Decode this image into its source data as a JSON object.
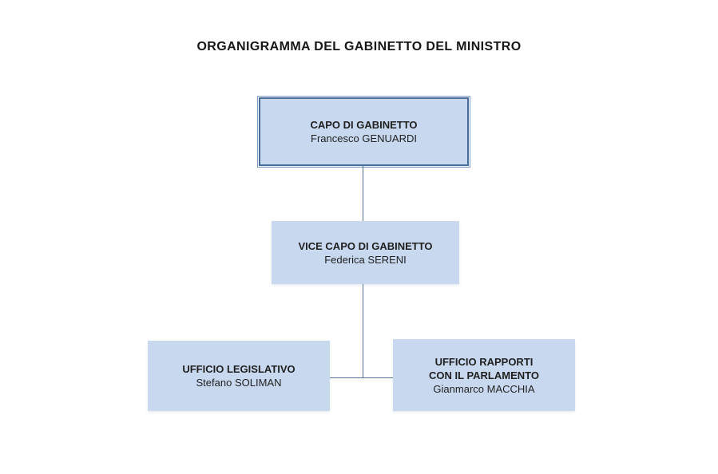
{
  "title": "ORGANIGRAMMA DEL GABINETTO DEL MINISTRO",
  "colors": {
    "box_fill": "#c8d9ef",
    "box_border_inner": "#4a6e9b",
    "box_border_outer": "#7e9bc5",
    "connector": "#4f7499",
    "title_text": "#161616",
    "node_text": "#1f1f1f",
    "page_bg": "#ffffff"
  },
  "chart_data": {
    "type": "org_chart",
    "title": "ORGANIGRAMMA DEL GABINETTO DEL MINISTRO",
    "nodes": [
      {
        "role": "CAPO DI GABINETTO",
        "name": "Francesco GENUARDI",
        "reports_to": null
      },
      {
        "role": "VICE CAPO DI GABINETTO",
        "name": "Federica SERENI",
        "reports_to": "CAPO DI GABINETTO"
      },
      {
        "role": "UFFICIO LEGISLATIVO",
        "name": "Stefano SOLIMAN",
        "reports_to": "VICE CAPO DI GABINETTO"
      },
      {
        "role": "UFFICIO RAPPORTI\nCON IL PARLAMENTO",
        "name": "Gianmarco MACCHIA",
        "reports_to": "VICE CAPO DI GABINETTO"
      }
    ],
    "layout": "vertical tree: CAPO at top, VICE below, two UFFICIO boxes side by side at bottom"
  }
}
